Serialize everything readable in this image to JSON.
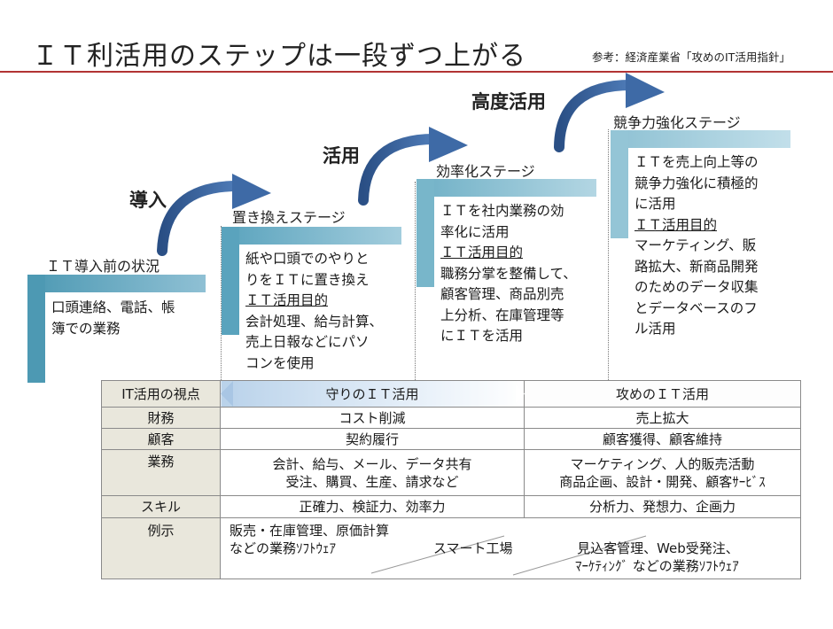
{
  "title": "ＩＴ利活用のステップは一段ずつ上がる",
  "source": "参考：経済産業省「攻めのIT活用指針」",
  "colors": {
    "title_rule": "#b23434",
    "bar_light": "#9fc8d9",
    "bar_mid": "#6fb0c6",
    "bar_dark": "#4d99b3",
    "arrow": "#2f5a93"
  },
  "steps": {
    "intro": "導入",
    "use": "活用",
    "advanced": "高度活用"
  },
  "stages": [
    {
      "label": "ＩＴ導入前の状況",
      "lines": [
        "口頭連絡、電話、帳",
        "簿での業務"
      ],
      "purpose_label": "",
      "purpose_lines": []
    },
    {
      "label": "置き換えステージ",
      "lines": [
        "紙や口頭でのやりと",
        "りをＩＴに置き換え"
      ],
      "purpose_label": "ＩＴ活用目的",
      "purpose_lines": [
        "会計処理、給与計算、",
        "売上日報などにパソ",
        "コンを使用"
      ]
    },
    {
      "label": "効率化ステージ",
      "lines": [
        "ＩＴを社内業務の効",
        "率化に活用"
      ],
      "purpose_label": "ＩＴ活用目的",
      "purpose_lines": [
        "職務分掌を整備して、",
        "顧客管理、商品別売",
        "上分析、在庫管理等",
        "にＩＴを活用"
      ]
    },
    {
      "label": "競争力強化ステージ",
      "lines": [
        "ＩＴを売上向上等の",
        "競争力強化に積極的",
        "に活用"
      ],
      "purpose_label": "ＩＴ活用目的",
      "purpose_lines": [
        "マーケティング、販",
        "路拡大、新商品開発",
        "のためのデータ収集",
        "とデータベースのフ",
        "ル活用"
      ]
    }
  ],
  "table": {
    "header": {
      "label": "IT活用の視点",
      "defense": "守りのＩＴ活用",
      "offense": "攻めのＩＴ活用"
    },
    "rows": [
      {
        "label": "財務",
        "defense": [
          "コスト削減"
        ],
        "offense": [
          "売上拡大"
        ]
      },
      {
        "label": "顧客",
        "defense": [
          "契約履行"
        ],
        "offense": [
          "顧客獲得、顧客維持"
        ]
      },
      {
        "label": "業務",
        "defense": [
          "会計、給与、メール、データ共有",
          "受注、購買、生産、請求など"
        ],
        "offense": [
          "マーケティング、人的販売活動",
          "商品企画、設計・開発、顧客ｻｰﾋﾞｽ"
        ]
      },
      {
        "label": "スキル",
        "defense": [
          "正確力、検証力、効率力"
        ],
        "offense": [
          "分析力、発想力、企画力"
        ]
      }
    ],
    "examples": {
      "label": "例示",
      "left": [
        "販売・在庫管理、原価計算",
        "などの業務ｿﾌﾄｳｪｱ"
      ],
      "middle": "スマート工場",
      "right": [
        "見込客管理、Web受発注、",
        "ﾏｰｹﾃｨﾝｸﾞ などの業務ｿﾌﾄｳｪｱ"
      ]
    }
  }
}
